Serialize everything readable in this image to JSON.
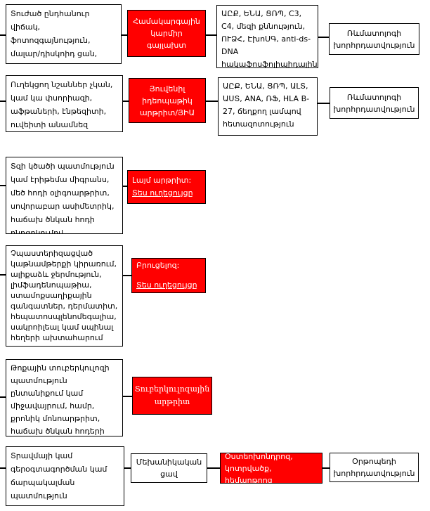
{
  "palette": {
    "node_fill": "#ffffff",
    "highlight_fill": "#ff0000",
    "highlight_text": "#ffffff",
    "border": "#000000",
    "text": "#000000"
  },
  "diagram": {
    "type": "flowchart",
    "language": "Armenian",
    "rows": [
      {
        "symptoms": "Տուժած ընդհանուր վիճակ, ֆոտոզգայնություն, մալար/դիսկոիդ ցան, բերանում խոցեր, միալգիա",
        "diagnosis": "Համակարգային կարմիր գայլախտ",
        "tests": "ԱԸՔ, ԵՆԱ, ՑՌՊ, C3, C4, մեզի քննություն, ՈՒՁՀ, ԷխոՍԳ, anti-ds- DNA հակաֆոսֆոլիպիդային ՀՄ, anti Sm ՀՄ, ANA",
        "referral": "Ռևմատոլոգի խորհրդատվություն"
      },
      {
        "symptoms": "Ուղեկցող նշաններ չկան, կամ կա փսորիազի, աֆթաների, էնթեզիտի, ուվեիտի անամնեզ",
        "diagnosis": "Յուվենիլ իդեոպաթիկ արթրիտ/ՅԻԱ",
        "tests": "ԱԸՔ, ԵՆԱ, ՑՌՊ, ԱԼՏ, ԱՍՏ, ANA, ՌՖ, HLA B-27, ճեղքող լամպով հետազոտություն",
        "referral": "Ռևմատոլոգի խորհրդատվություն"
      },
      {
        "symptoms": "Տզի կծածի պատմություն կամ էրիթեմա միգրանս, մեծ հոդի օլիգոարթրիտ, սովորաբար ասիմետրիկ, հաճախ ծնկան հոդի ընդգրկումով",
        "diagnosis": "Լայմ արթրիտ:",
        "diagnosis_link": "Տես ուղեցույցը"
      },
      {
        "symptoms": "Չպաստերիզացված կաթնամթերքի կիրառում, ալիքաձև ջերմություն, լիմֆադենոպաթիա, ստամոքսաղիքային գանգատներ, դերմատիտ, հեպատոսպլենոմեգալիա, սակրոիլեալ կամ սպինալ հեղերի ախտահարում",
        "diagnosis": "Բրուցելոզ:",
        "diagnosis_link": "Տես ուղեցույցը"
      },
      {
        "symptoms": "Թոքային տուբերկուլոզի պատմություն ընտանիքում կամ միջավայրում, համր, քրոնիկ մոնոարթրիտ, հաճախ ծնկան հոդերի կամ դաստակի",
        "diagnosis": "Տուբերկուլոզային արթրիտ"
      },
      {
        "symptoms": "Տրավմայի կամ գերօգտագործման կամ ճարպակալման պատմություն",
        "mechanism": "Մեխանիկական ցավ",
        "diagnosis": "Օստեոխոնդրոզ, կոտրվածք, հեմարթրոզ",
        "referral": "Օրթոպեդի խորհրդատվություն"
      }
    ]
  }
}
